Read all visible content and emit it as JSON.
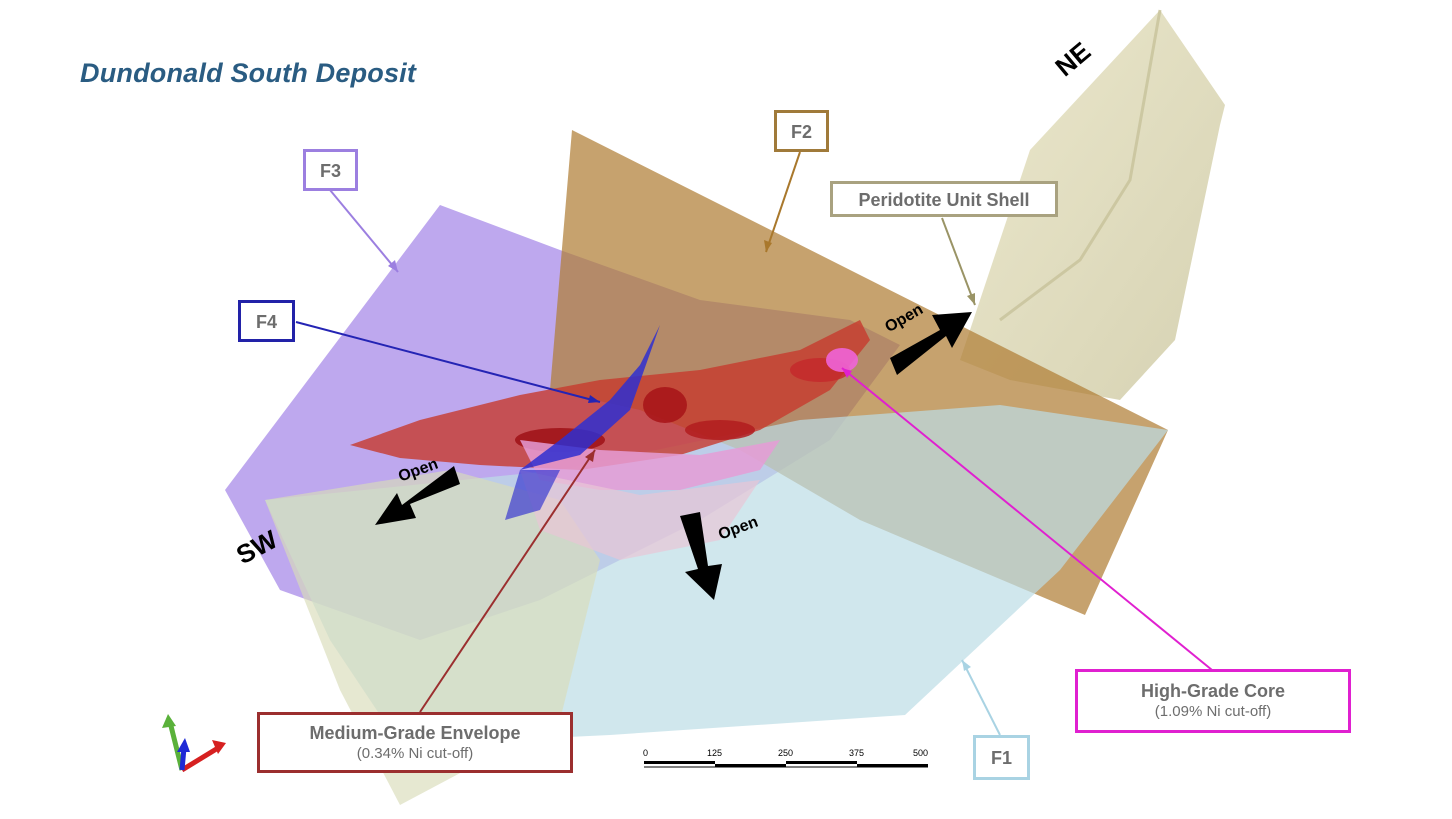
{
  "title": "Dundonald South Deposit",
  "directions": {
    "ne": "NE",
    "sw": "SW"
  },
  "open_label": "Open",
  "labels": {
    "f1": "F1",
    "f2": "F2",
    "f3": "F3",
    "f4": "F4",
    "peridotite": "Peridotite Unit Shell",
    "high_grade": {
      "title": "High-Grade Core",
      "sub": "(1.09% Ni cut-off)"
    },
    "medium_grade": {
      "title": "Medium-Grade Envelope",
      "sub": "(0.34% Ni cut-off)"
    }
  },
  "scale_bar": {
    "ticks": [
      "0",
      "125",
      "250",
      "375",
      "500"
    ]
  },
  "colors": {
    "f1": "#a9d3e3",
    "f2": "#a07a3a",
    "f3": "#8e73c9",
    "f4": "#2222a8",
    "peridotite": "#9a9466",
    "high_grade": "#e020d0",
    "medium_grade": "#9b2f2f",
    "title": "#2a5c82"
  }
}
